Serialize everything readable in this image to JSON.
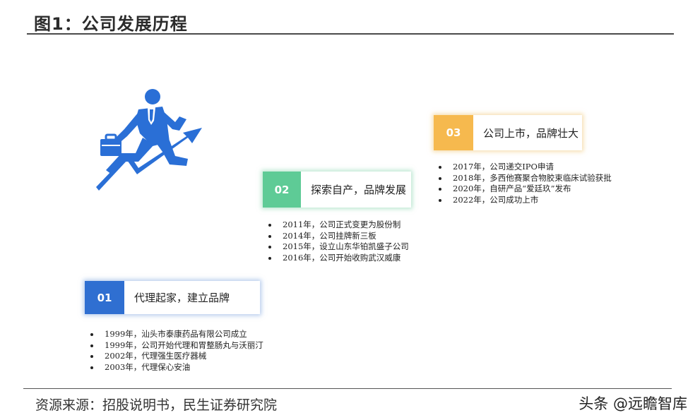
{
  "title": "图1：公司发展历程",
  "stages": [
    {
      "number": "01",
      "label": "代理起家，建立品牌",
      "color": "#2f6fd1",
      "events": [
        "1999年，汕头市泰康药品有限公司成立",
        "1999年，公司开始代理和胃整肠丸与沃丽汀",
        "2002年，代理强生医疗器械",
        "2003年，代理保心安油"
      ]
    },
    {
      "number": "02",
      "label": "探索自产，品牌发展",
      "color": "#5ecb96",
      "events": [
        "2011年，公司正式变更为股份制",
        "2014年，公司挂牌新三板",
        "2015年，设立山东华铂凯盛子公司",
        "2016年，公司开始收购武汉威康"
      ]
    },
    {
      "number": "03",
      "label": "公司上市，品牌壮大",
      "color": "#f6b94e",
      "events": [
        "2017年，公司递交IPO申请",
        "2018年，多西他赛聚合物胶束临床试验获批",
        "2020年，自研产品“爱廷玖”发布",
        "2022年，公司成功上市"
      ]
    }
  ],
  "figure_icon": "businessman-running-up-arrow-icon",
  "figure_color": "#2a6fd6",
  "source": "资源来源：招股说明书，民生证券研究院",
  "watermark": "头条 @远瞻智库"
}
